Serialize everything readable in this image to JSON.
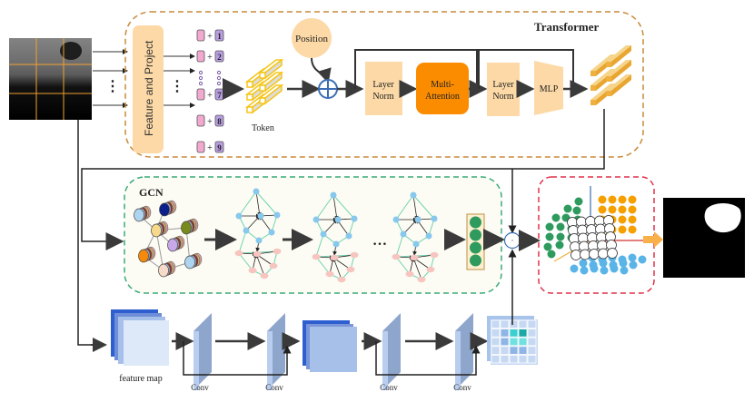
{
  "transformer": {
    "title": "Transformer",
    "feature_project": "Feature and Project",
    "position": "Position",
    "token": "Token",
    "layer_norm_1": [
      "Layer",
      "Norm"
    ],
    "multi_attention": [
      "Multi-",
      "Attention"
    ],
    "layer_norm_2": [
      "Layer",
      "Norm"
    ],
    "mlp": "MLP",
    "patch_indices": [
      "1",
      "2",
      "7",
      "8",
      "9"
    ],
    "plus": "+",
    "ellipsis": "⋮"
  },
  "gcn": {
    "title": "GCN",
    "ellipsis": "…"
  },
  "cnn": {
    "feature_map": "feature map",
    "conv_labels": [
      "Conv",
      "Conv",
      "Conv",
      "Conv"
    ]
  },
  "fusion": {
    "operator": "·"
  },
  "colors": {
    "transformer_border": "#c98a3a",
    "gcn_border": "#3aaa7a",
    "fusion_border": "#e0304a",
    "layer_norm": "#fcd9a6",
    "multi_attention": "#fb8c00",
    "token_yellow": "#f5c518",
    "gcn_blue_node": "#87c8ec",
    "gcn_pink_node": "#f7c5c0",
    "gcn_green_edge": "#6fd3b0",
    "conv_blue": "#a9c4ea"
  }
}
